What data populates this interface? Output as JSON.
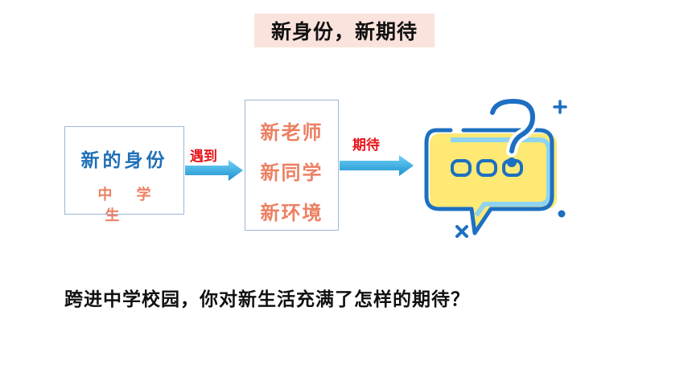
{
  "title": "新身份，新期待",
  "box_identity": {
    "main": "新的身份",
    "sub": "中学生"
  },
  "arrow1_label": "遇到",
  "box_encounter": {
    "lines": [
      "新老师",
      "新同学",
      "新环境"
    ]
  },
  "arrow2_label": "期待",
  "icon": "speech-bubble-question-icon",
  "question": "跨进中学校园，你对新生活充满了怎样的期待？",
  "colors": {
    "blue": "#1f6fb5",
    "orange": "#ec8063",
    "red": "#e8141c",
    "bubble": "#fde974",
    "arrow": "#29a9e0"
  }
}
